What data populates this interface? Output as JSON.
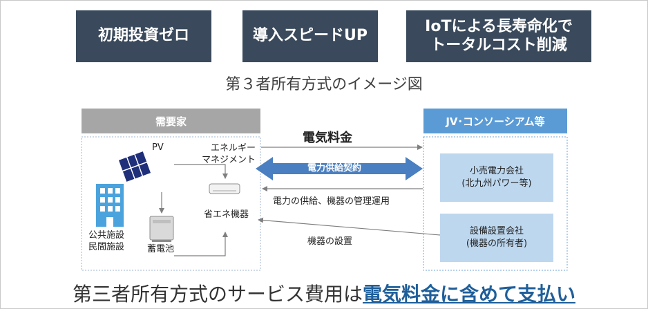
{
  "badges": [
    "初期投資ゼロ",
    "導入スピードUP",
    "IoTによる長寿命化で",
    "トータルコスト削減"
  ],
  "subtitle": "第３者所有方式のイメージ図",
  "consumer": {
    "header": "需要家",
    "pv": "PV",
    "energy_mgmt_1": "エネルギー",
    "energy_mgmt_2": "マネジメント",
    "efficient_equipment": "省エネ機器",
    "battery": "蓄電池",
    "facility_1": "公共施設",
    "facility_2": "民間施設"
  },
  "provider": {
    "header": "JV･コンソーシアム等",
    "retailer_1": "小売電力会社",
    "retailer_2": "(北九州パワー等)",
    "installer_1": "設備設置会社",
    "installer_2": "(機器の所有者)"
  },
  "flows": {
    "electricity_fee": "電気料金",
    "contract": "電力供給契約",
    "supply": "電力の供給、機器の管理運用",
    "install": "機器の設置"
  },
  "bottom": {
    "text": "第三者所有方式のサービス費用は",
    "highlight": "電気料金に含めて支払い"
  },
  "colors": {
    "badge": "#3a4a5c",
    "consumer_header": "#a6a6a6",
    "provider_header": "#5b9bd5",
    "contract_arrow": "#4a7fc1",
    "box_fill": "#bdd7ee",
    "highlight_text": "#1f5f9a"
  }
}
